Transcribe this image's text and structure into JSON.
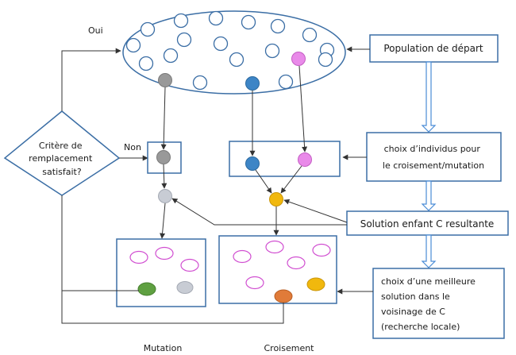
{
  "labels": {
    "oui": "Oui",
    "non": "Non",
    "critere": [
      "Critère de",
      "remplacement",
      "satisfait?"
    ],
    "population": "Population de départ",
    "choix_individus": [
      "choix d’individus pour",
      "le croisement/mutation"
    ],
    "solution_enfant": "Solution enfant C resultante",
    "choix_meilleure": [
      "choix d’une meilleure",
      "solution dans le",
      "voisinage de C",
      "(recherche locale)"
    ],
    "mutation": "Mutation",
    "croisement": "Croisement"
  },
  "colors": {
    "box_border": "#3b6ea5",
    "gray": "#999999",
    "light_gray": "#c8ccd4",
    "blue": "#3d85c6",
    "pink": "#e98ae9",
    "yellow": "#f1b80d",
    "orange": "#e07b39",
    "green": "#5fa041"
  }
}
